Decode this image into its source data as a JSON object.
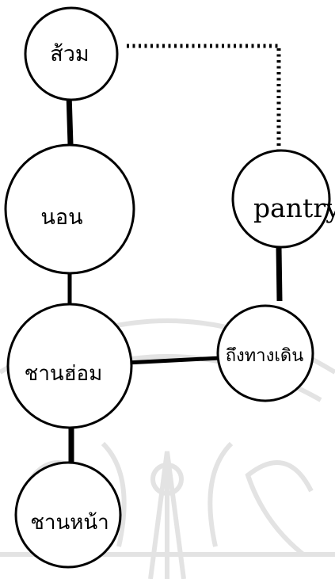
{
  "diagram": {
    "nodes": [
      {
        "id": "toilet",
        "label": "ส้วม"
      },
      {
        "id": "bedroom",
        "label": "นอน"
      },
      {
        "id": "pantry",
        "label": "pantry"
      },
      {
        "id": "terrace",
        "label": "ชานฮ่อม"
      },
      {
        "id": "walkway",
        "label": "ถึงทางเดิน"
      },
      {
        "id": "front",
        "label": "ชานหน้า"
      }
    ],
    "links": [
      {
        "from": "toilet",
        "to": "bedroom",
        "style": "solid"
      },
      {
        "from": "bedroom",
        "to": "terrace",
        "style": "solid"
      },
      {
        "from": "terrace",
        "to": "walkway",
        "style": "solid"
      },
      {
        "from": "pantry",
        "to": "walkway",
        "style": "solid"
      },
      {
        "from": "terrace",
        "to": "front",
        "style": "solid"
      },
      {
        "from": "toilet",
        "to": "pantry",
        "style": "dotted"
      }
    ]
  },
  "watermark": {
    "color": "#e3e3e3"
  }
}
